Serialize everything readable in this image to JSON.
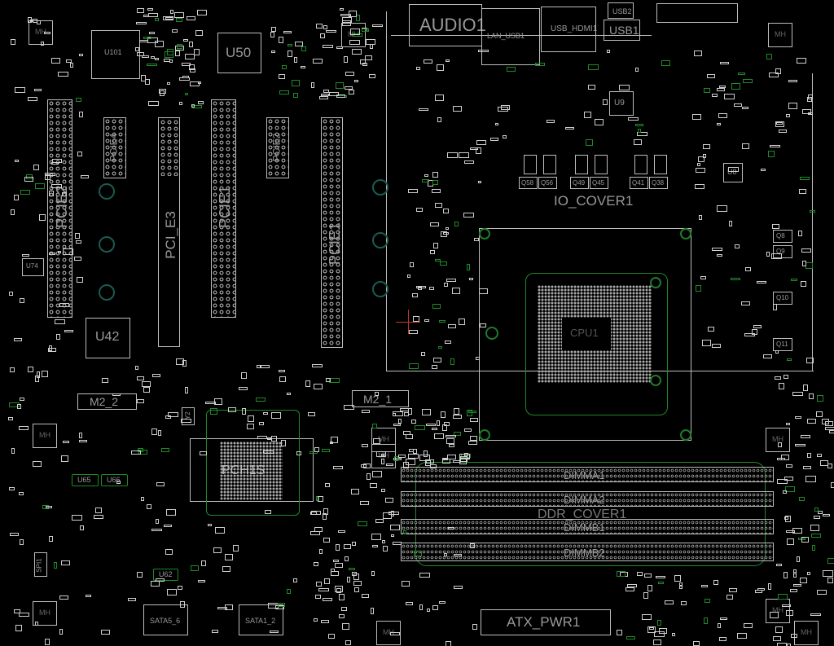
{
  "colors": {
    "background": "#000000",
    "silkscreen": "#bdbdbd",
    "copper_outline": "#1f8a2a",
    "crosshair": "#c0392b"
  },
  "rear_io": {
    "audio": "AUDIO1",
    "lan_usb": "LAN_USB1",
    "usb_hdmi": "USB_HDMI1",
    "usb2": "USB2",
    "usb1": "USB1"
  },
  "chips": {
    "u50": "U50",
    "u42": "U42",
    "u74": "U74",
    "u9": "U9",
    "u8": "U8",
    "u65": "U65",
    "u66": "U66",
    "u62": "U62",
    "y2": "Y2",
    "ic_top": "U101"
  },
  "slots": {
    "pcie_a": "PCIE2",
    "pcie_b": "PCIE4",
    "pcie_c": "PCI_E3",
    "pcie_d": "PCIE1",
    "pcie_e": "PCIE2",
    "pcie_f": "PCIE1"
  },
  "m2": {
    "m2_2": "M2_2",
    "m2_1": "M2_1"
  },
  "pch": "PCH1S",
  "cpu": {
    "io_cover": "IO_COVER1",
    "socket": "CPU1"
  },
  "mosfets": [
    "Q58",
    "Q56",
    "Q49",
    "Q45",
    "Q41",
    "Q38"
  ],
  "vrm": [
    "Q8",
    "Q9",
    "Q10",
    "Q11"
  ],
  "memory": {
    "dimm_a1": "DIMMA1",
    "dimm_a2": "DIMMA2",
    "ddr_cover": "DDR_COVER1",
    "dimm_b1": "DIMMB1",
    "dimm_b2": "DIMMB2"
  },
  "storage": {
    "sata56": "SATA5_6",
    "sata12": "SATA1_2"
  },
  "power": {
    "atx": "ATX_PWR1"
  },
  "misc": {
    "spi": "SPI1",
    "mh": "MH"
  }
}
